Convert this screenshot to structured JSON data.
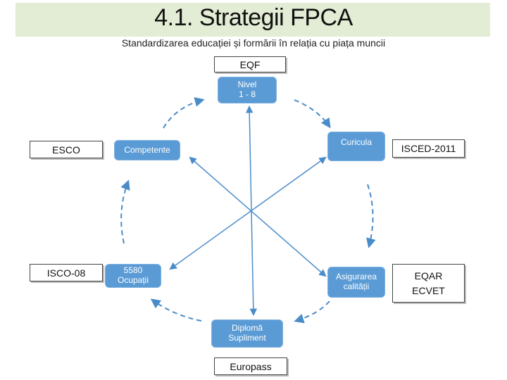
{
  "header": {
    "title": "4.1. Strategii FPCA",
    "subtitle": "Standardizarea educației și formării în relația cu piața muncii"
  },
  "outer_boxes": {
    "eqf": "EQF",
    "esco": "ESCO",
    "isced": "ISCED-2011",
    "isco": "ISCO-08",
    "eqar": "EQAR\nECVET",
    "europass": "Europass"
  },
  "nodes": {
    "nivel": "Nivel\n1 - 8",
    "competente": "Competente",
    "curicula": "Curicula",
    "ocupatii": "5580\nOcupații",
    "asigurarea": "Asigurarea\ncalității",
    "diploma": "Diplomă\nSupliment"
  },
  "colors": {
    "node_fill": "#5b9bd5",
    "arrow": "#4a8cc9",
    "title_band": "#e3ecd4"
  }
}
